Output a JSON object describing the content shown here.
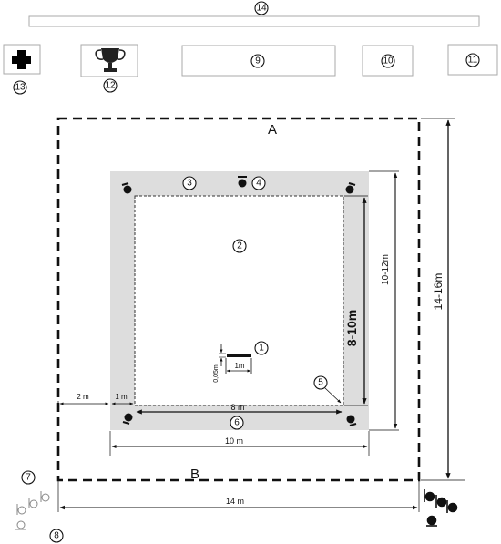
{
  "labels": {
    "area_a": "A",
    "area_b": "B",
    "dim_14_16m": "14-16m",
    "dim_10_12m": "10-12m",
    "dim_8_10m": "8-10m",
    "dim_8m": "8 m",
    "dim_10m": "10 m",
    "dim_14m": "14 m",
    "dim_2m": "2 m",
    "dim_1m_side": "1 m",
    "dim_1m_line": "1m",
    "dim_005m": "0,05m"
  },
  "markers": {
    "m1": "1",
    "m2": "2",
    "m3": "3",
    "m4": "4",
    "m5": "5",
    "m6": "6",
    "m7": "7",
    "m8": "8",
    "m9": "9",
    "m10": "10",
    "m11": "11",
    "m12": "12",
    "m13": "13",
    "m14": "14"
  },
  "icons": [
    "first-aid-cross-icon",
    "trophy-icon",
    "judge-chair-icon",
    "spectator-seat-icon"
  ],
  "colors": {
    "safety_area": "#dddddd",
    "line": "#111111",
    "first_aid": "#000000",
    "frame": "#aaaaaa"
  }
}
